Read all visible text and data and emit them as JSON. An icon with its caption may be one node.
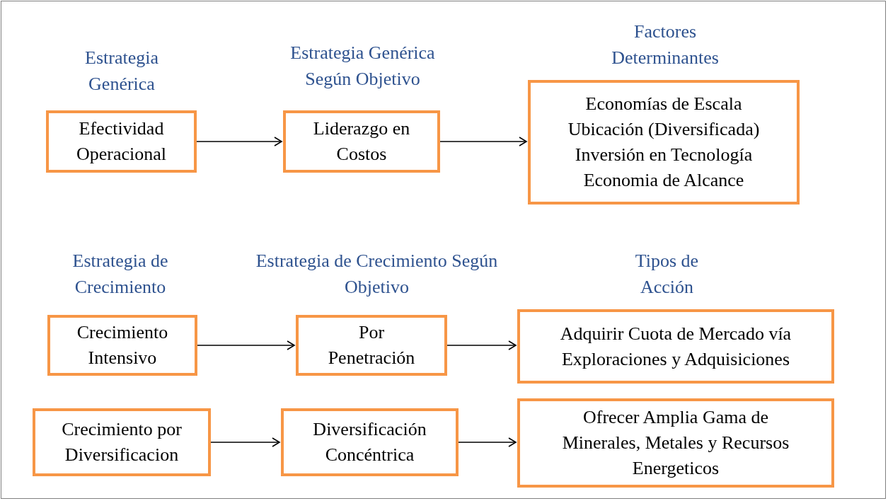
{
  "diagram": {
    "nodes": [
      {
        "text": [
          "Efectividad Operacional"
        ]
      },
      {
        "text": [
          "Liderazgo en Costos"
        ]
      },
      {
        "text": [
          "Economías de Escala",
          "Ubicación (Diversificada)",
          "Inversión en Tecnología",
          "Economia de Alcance"
        ]
      },
      {
        "text": [
          "Crecimiento Intensivo"
        ]
      },
      {
        "text": [
          "Por Penetración"
        ]
      },
      {
        "text": [
          "Adquirir Cuota de Mercado vía Exploraciones y Adquisiciones"
        ]
      },
      {
        "text": [
          "Crecimiento por Diversificacion"
        ]
      },
      {
        "text": [
          "Diversificación Concéntrica"
        ]
      },
      {
        "text": [
          "Ofrecer Amplia Gama de Minerales, Metales y Recursos Energeticos"
        ]
      }
    ],
    "edges": [
      {
        "from": 0,
        "to": 1,
        "arrow": "to"
      },
      {
        "from": 1,
        "to": 2,
        "arrow": "to"
      },
      {
        "from": 3,
        "to": 4,
        "arrow": "to"
      },
      {
        "from": 4,
        "to": 5,
        "arrow": "to"
      },
      {
        "from": 6,
        "to": 7,
        "arrow": "to"
      },
      {
        "from": 7,
        "to": 8,
        "arrow": "to"
      }
    ],
    "labels": [
      "Factores Determinantes",
      "Estrategia Genérica",
      "Estrategia Genérica Según Objetivo",
      "Estrategia de Crecimiento",
      "Estrategia de Crecimiento Según Objetivo",
      "Tipos de Acción"
    ]
  }
}
